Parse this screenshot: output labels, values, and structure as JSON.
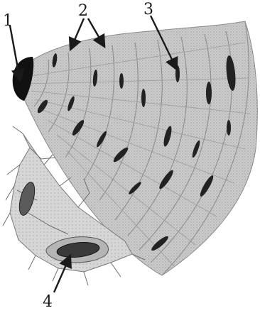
{
  "figure": {
    "labels": [
      {
        "id": "1",
        "text": "1"
      },
      {
        "id": "2",
        "text": "2"
      },
      {
        "id": "3",
        "text": "3"
      },
      {
        "id": "4",
        "text": "4"
      }
    ],
    "colors": {
      "ink": "#1a1a1a",
      "tissue_fill": "#cfcfcf",
      "tissue_shade": "#a9a9a9",
      "nucleus": "#222222",
      "background": "#ffffff"
    }
  }
}
